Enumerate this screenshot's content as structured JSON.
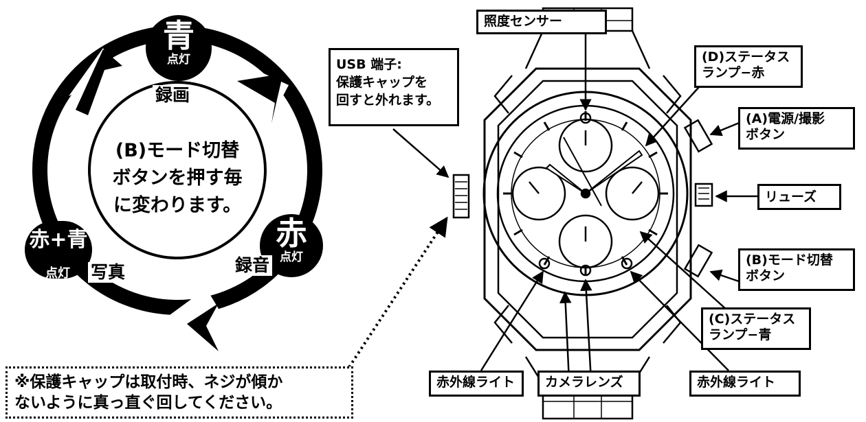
{
  "mode_cycle": {
    "center_text": "(B)モード切替\nボタンを押す毎\nに変わります。",
    "modes": [
      {
        "lamp": "青",
        "lamp_state": "点灯",
        "mode": "録画",
        "color": "#000000"
      },
      {
        "lamp": "赤",
        "lamp_state": "点灯",
        "mode": "録音",
        "color": "#000000"
      },
      {
        "lamp": "赤+青",
        "lamp_state": "点灯",
        "mode": "写真",
        "color": "#000000"
      }
    ]
  },
  "callouts": {
    "usb": "USB 端子:\n保護キャップを\n回すと外れます。",
    "light_sensor": "照度センサー",
    "status_lamp_red": "(D)ステータス\nランプ−赤",
    "power_button": "(A)電源/撮影\nボタン",
    "crown": "リューズ",
    "mode_button": "(B)モード切替\nボタン",
    "status_lamp_blue": "(C)ステータス\nランプ−青",
    "ir_light_left": "赤外線ライト",
    "camera_lens": "カメラレンズ",
    "ir_light_right": "赤外線ライト"
  },
  "note": "※保護キャップは取付時、ネジが傾か\nないように真っ直ぐ回してください。"
}
